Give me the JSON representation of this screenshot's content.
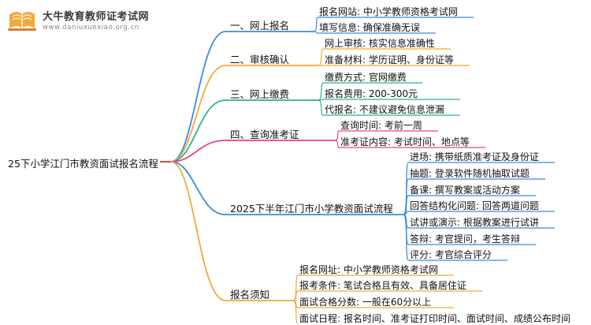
{
  "logo": {
    "title": "大牛教育教师证考试网",
    "url": "www.daniuxuexiao.org.cn",
    "icon": "open-book-icon"
  },
  "root": "25下小学江门市教资面试报名流程",
  "colors": {
    "blue": "#3b8bd9",
    "orange": "#f2a93b",
    "green": "#2fb28a",
    "pink": "#e8457f",
    "root_line": "#d05050"
  },
  "branches": [
    {
      "label": "一、网上报名",
      "color": "blue",
      "leaves": [
        "报名网站: 中小学教师资格考试网",
        "填写信息: 确保准确无误"
      ]
    },
    {
      "label": "二、审核确认",
      "color": "orange",
      "leaves": [
        "网上审核: 核实信息准确性",
        "准备材料: 学历证明、身份证等"
      ]
    },
    {
      "label": "三、网上缴费",
      "color": "green",
      "leaves": [
        "缴费方式: 官网缴费",
        "报名费用: 200-300元",
        "代报名: 不建议避免信息泄漏"
      ]
    },
    {
      "label": "四、查询准考证",
      "color": "pink",
      "leaves": [
        "查询时间: 考前一周",
        "准考证内容: 考试时间、地点等"
      ]
    },
    {
      "label": "2025下半年江门市小学教资面试流程",
      "color": "blue",
      "leaves": [
        "进场: 携带纸质准考证及身份证",
        "抽题: 登录软件随机抽取试题",
        "备课: 撰写教案或活动方案",
        "回答结构化问题: 回答两道问题",
        "试讲或演示: 根据教案进行试讲",
        "答辩: 考官提问，考生答辩",
        "评分: 考官综合评分"
      ]
    },
    {
      "label": "报名须知",
      "color": "orange",
      "leaves": [
        "报名网址: 中小学教师资格考试网",
        "报考条件: 笔试合格且有效、具备居住证",
        "面试合格分数: 一般在60分以上",
        "面试日程: 报名时间、准考证打印时间、面试时间、成绩公布时间"
      ]
    }
  ]
}
